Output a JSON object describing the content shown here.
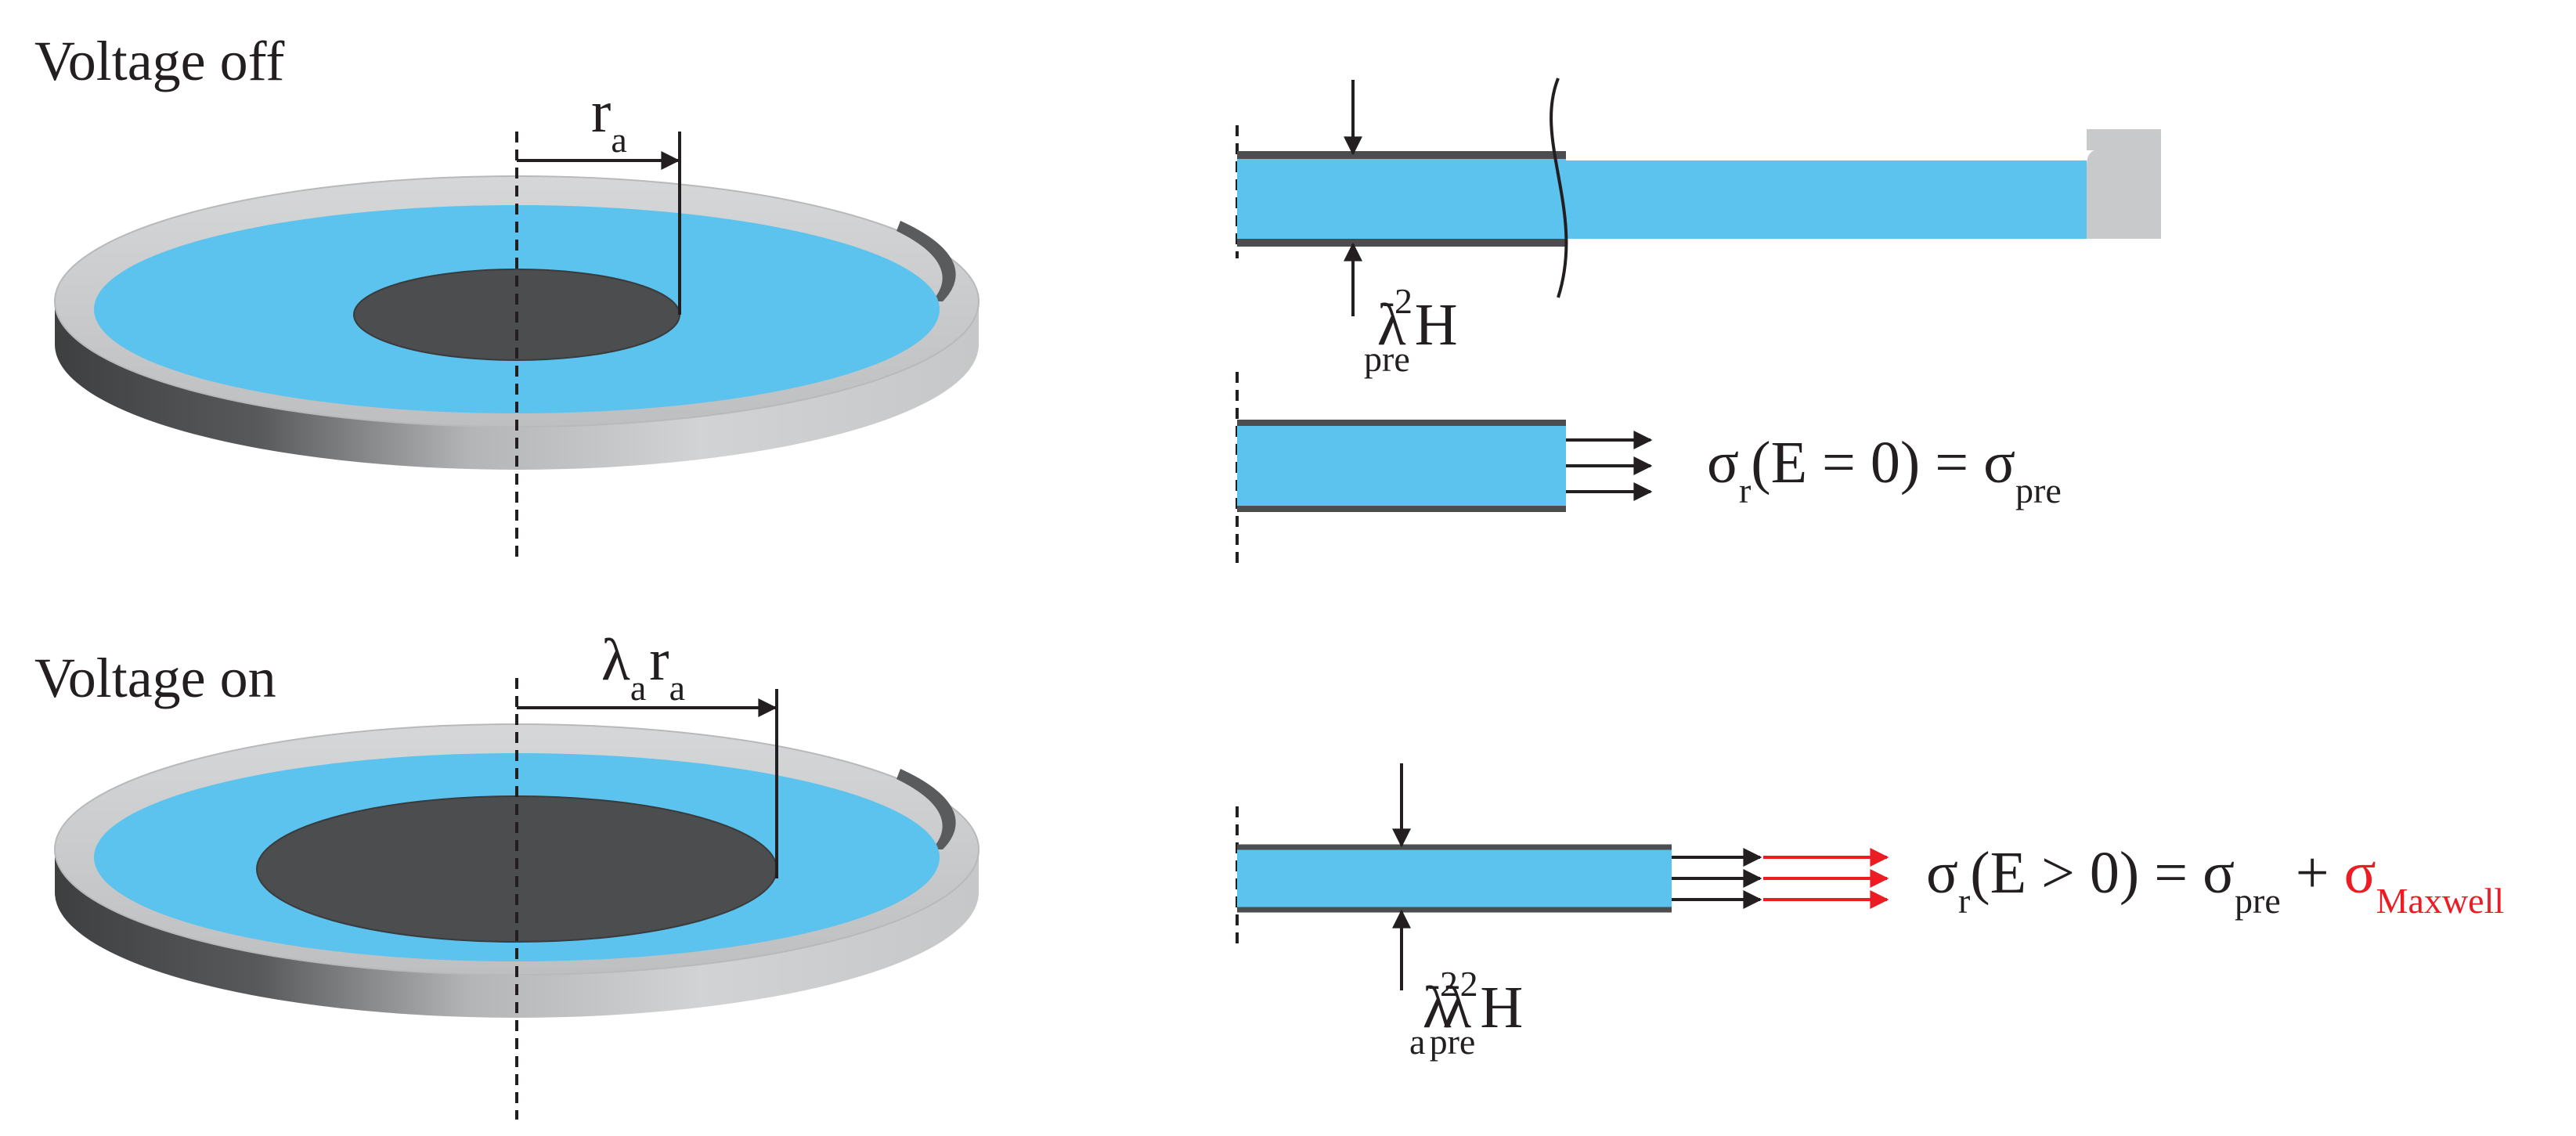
{
  "colors": {
    "membrane": "#5bc3ee",
    "electrode": "#4b4d4f",
    "ring_light": "#cfd0d1",
    "ring_dark": "#454647",
    "frame": "#c8c9ca",
    "ink": "#231f20",
    "maxwell_red": "#ec1c24"
  },
  "panels": {
    "off": {
      "title": "Voltage off",
      "radius": {
        "main": "r",
        "sub": "a"
      }
    },
    "on": {
      "title": "Voltage on",
      "radius": {
        "main1": "λ",
        "sub1": "a",
        "main2": "r",
        "sub2": "a"
      }
    }
  },
  "cross_sections": {
    "prestretch_thickness": {
      "lam": "λ",
      "sup": "-2",
      "sub": "pre",
      "tail": "H"
    },
    "equation_off": {
      "sigma": "σ",
      "sub_r": "r",
      "body": "(E = 0) = ",
      "sigma2": "σ",
      "sub_pre": "pre"
    },
    "actuated_thickness": {
      "lam1": "λ",
      "sup1": "-2",
      "sub1": "a",
      "lam2": "λ",
      "sup2": "-2",
      "sub2": "pre",
      "tail": "H"
    },
    "equation_on": {
      "sigma": "σ",
      "sub_r": "r",
      "body": "(E > 0) = ",
      "sigma2": "σ",
      "sub_pre": "pre",
      "plus": " + ",
      "sigma3": "σ",
      "sub_maxwell": "Maxwell"
    }
  }
}
